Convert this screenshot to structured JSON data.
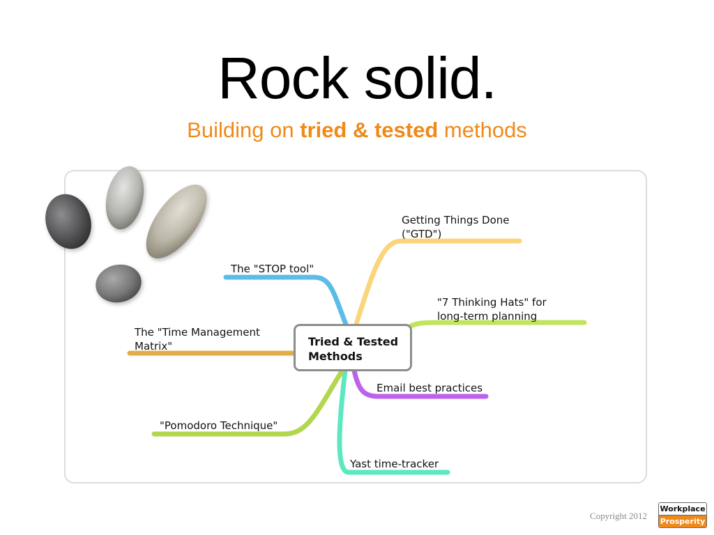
{
  "slide": {
    "title": "Rock solid.",
    "subtitle_pre": "Building on ",
    "subtitle_bold": "tried & tested",
    "subtitle_post": " methods"
  },
  "mindmap": {
    "center": {
      "line1": "Tried & Tested",
      "line2": "Methods"
    },
    "branches": [
      {
        "id": "gtd",
        "line1": "Getting Things Done",
        "line2": "(\"GTD\")",
        "color": "#fad57b"
      },
      {
        "id": "hats",
        "line1": "\"7 Thinking Hats\" for",
        "line2": "long-term planning",
        "color": "#c1e35d"
      },
      {
        "id": "email",
        "line1": "Email best practices",
        "line2": "",
        "color": "#bd63e8"
      },
      {
        "id": "yast",
        "line1": "Yast time-tracker",
        "line2": "",
        "color": "#5de8c2"
      },
      {
        "id": "pomodoro",
        "line1": "\"Pomodoro Technique\"",
        "line2": "",
        "color": "#b2d64d"
      },
      {
        "id": "matrix",
        "line1": "The \"Time Management",
        "line2": "Matrix\"",
        "color": "#dfae48"
      },
      {
        "id": "stop",
        "line1": "The \"STOP tool\"",
        "line2": "",
        "color": "#5bbce8"
      }
    ]
  },
  "footer": {
    "copyright": "Copyright 2012",
    "logo_line1": "Workplace",
    "logo_line2": "Prosperity"
  }
}
